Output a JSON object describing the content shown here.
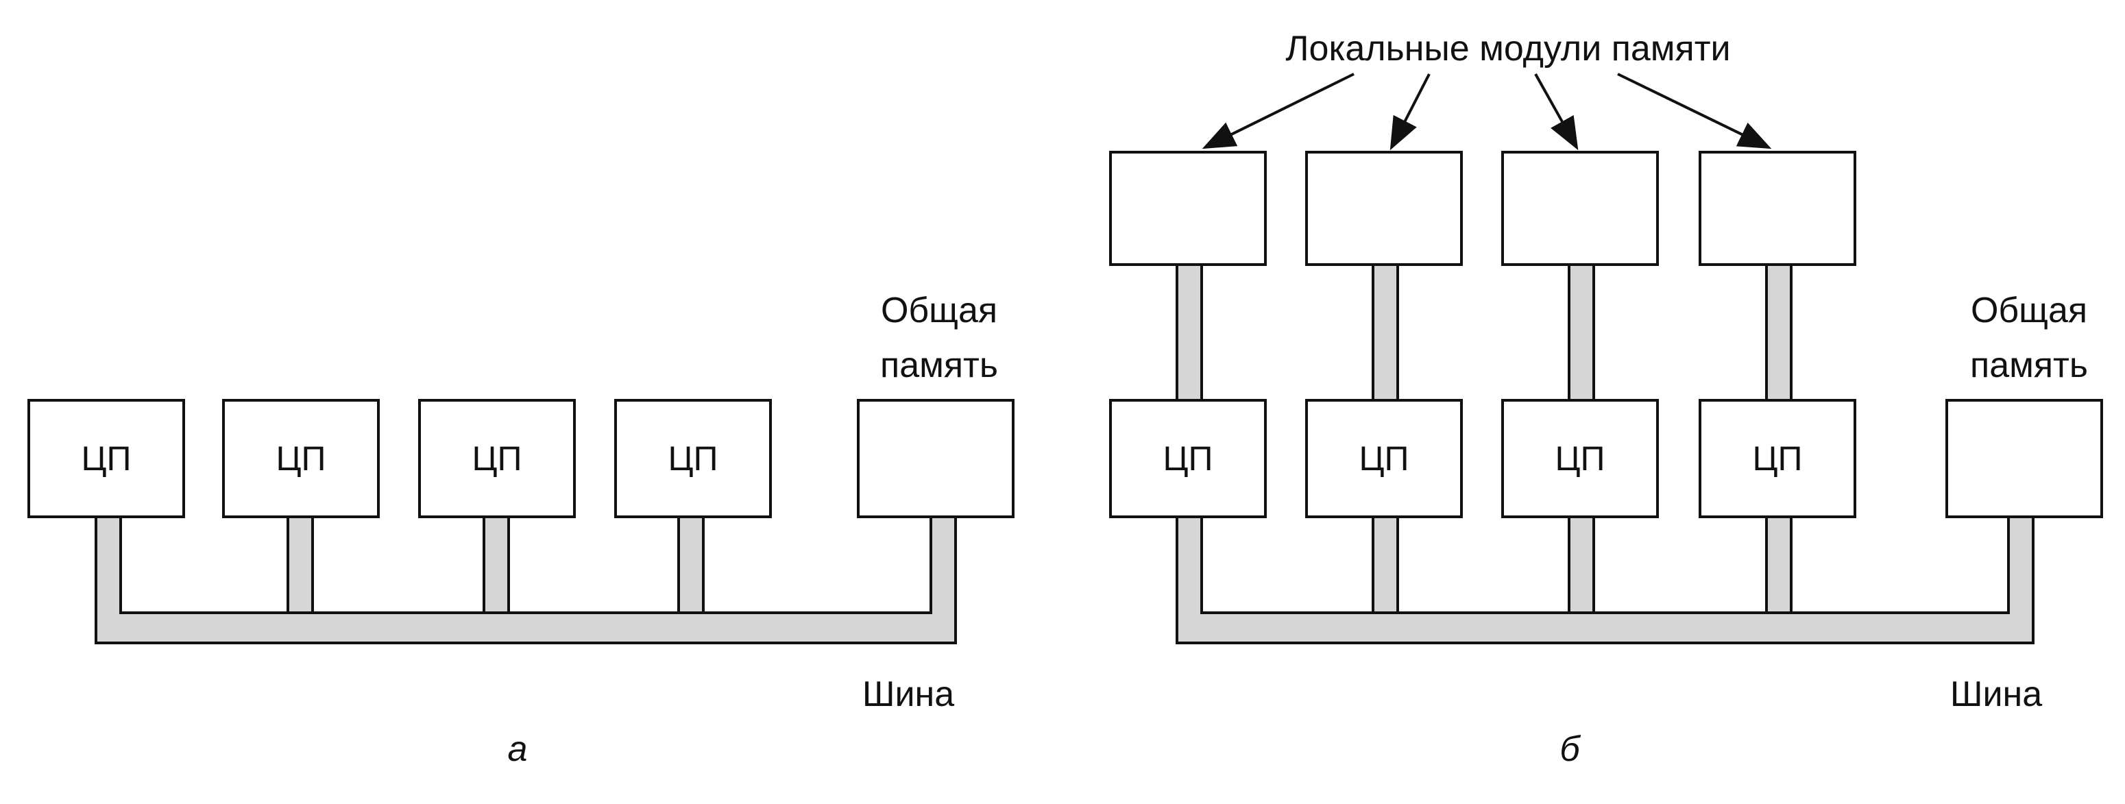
{
  "panel_a": {
    "cpu_labels": [
      "ЦП",
      "ЦП",
      "ЦП",
      "ЦП"
    ],
    "shared_memory_label_line1": "Общая",
    "shared_memory_label_line2": "память",
    "bus_label": "Шина",
    "caption": "а"
  },
  "panel_b": {
    "local_modules_label": "Локальные модули памяти",
    "cpu_labels": [
      "ЦП",
      "ЦП",
      "ЦП",
      "ЦП"
    ],
    "shared_memory_label_line1": "Общая",
    "shared_memory_label_line2": "память",
    "bus_label": "Шина",
    "caption": "б"
  },
  "colors": {
    "line": "#111111",
    "bus_fill": "#d6d6d6",
    "box_fill": "#ffffff"
  }
}
